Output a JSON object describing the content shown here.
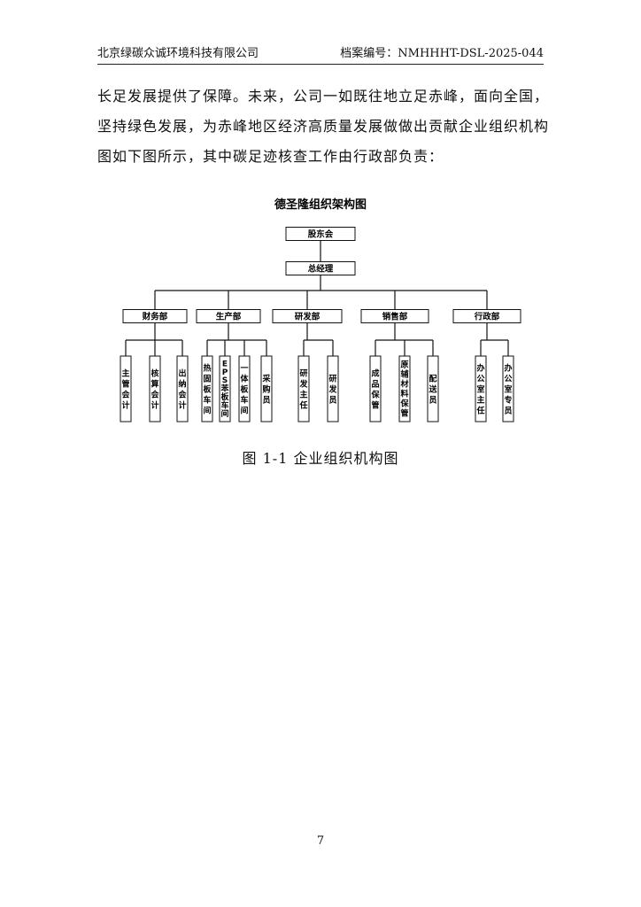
{
  "header": {
    "company": "北京绿碳众诚环境科技有限公司",
    "archive_number": "档案编号：NMHHHT-DSL-2025-044"
  },
  "body": {
    "lines": [
      "长足发展提供了保障。未来，公司一如既往地立足赤峰，面向全国，",
      "坚持绿色发展，为赤峰地区经济高质量发展做做出贡献企业组织机构",
      "图如下图所示，其中碳足迹核查工作由行政部负责："
    ]
  },
  "org_chart": {
    "title": "德圣隆组织架构图",
    "top": "股东会",
    "manager": "总经理",
    "departments": [
      {
        "name": "财务部",
        "units": [
          "主管会计",
          "核算会计",
          "出纳会计"
        ]
      },
      {
        "name": "生产部",
        "units": [
          "热固板车间",
          "EPS苯板车间",
          "一体板车间",
          "采购员"
        ]
      },
      {
        "name": "研发部",
        "units": [
          "研发主任",
          "研发员"
        ]
      },
      {
        "name": "销售部",
        "units": [
          "成品保管",
          "原辅材料保管",
          "配送员"
        ]
      },
      {
        "name": "行政部",
        "units": [
          "办公室主任",
          "办公室专员"
        ]
      }
    ]
  },
  "caption": "图 1-1  企业组织机构图",
  "page_number": "7"
}
